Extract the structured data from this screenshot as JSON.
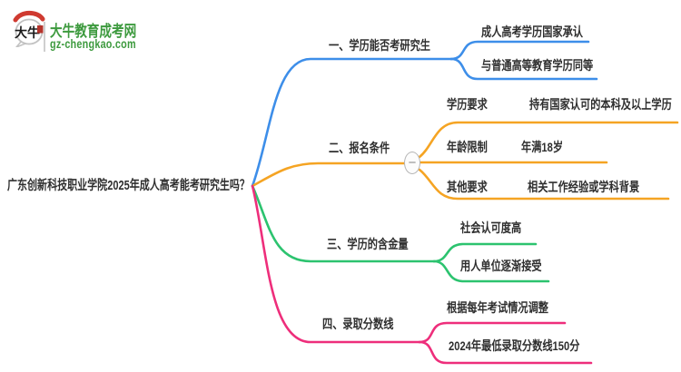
{
  "logo": {
    "icon_text": "大牛",
    "title": "大牛教育成考网",
    "subtitle": "gz-chengkao.com"
  },
  "colors": {
    "branch1": "#3d8ee9",
    "branch2": "#f5a423",
    "branch3": "#2cc36f",
    "branch4": "#ee2e7b",
    "logo_green": "#3d9a3e",
    "logo_red": "#cf3a30",
    "text": "#2e2e2e"
  },
  "mindmap": {
    "root": {
      "label": "广东创新科技职业学院2025年成人高考能考研究生吗？"
    },
    "branches": [
      {
        "label": "一、学历能否考研究生",
        "children": [
          {
            "label": "成人高考学历国家承认"
          },
          {
            "label": "与普通高等教育学历同等"
          }
        ]
      },
      {
        "label": "二、报名条件",
        "collapse_icon": "−",
        "children": [
          {
            "label": "学历要求",
            "value": "持有国家认可的本科及以上学历"
          },
          {
            "label": "年龄限制",
            "value": "年满18岁"
          },
          {
            "label": "其他要求",
            "value": "相关工作经验或学科背景"
          }
        ]
      },
      {
        "label": "三、学历的含金量",
        "children": [
          {
            "label": "社会认可度高"
          },
          {
            "label": "用人单位逐渐接受"
          }
        ]
      },
      {
        "label": "四、录取分数线",
        "children": [
          {
            "label": "根据每年考试情况调整"
          },
          {
            "label": "2024年最低录取分数线150分"
          }
        ]
      }
    ]
  }
}
